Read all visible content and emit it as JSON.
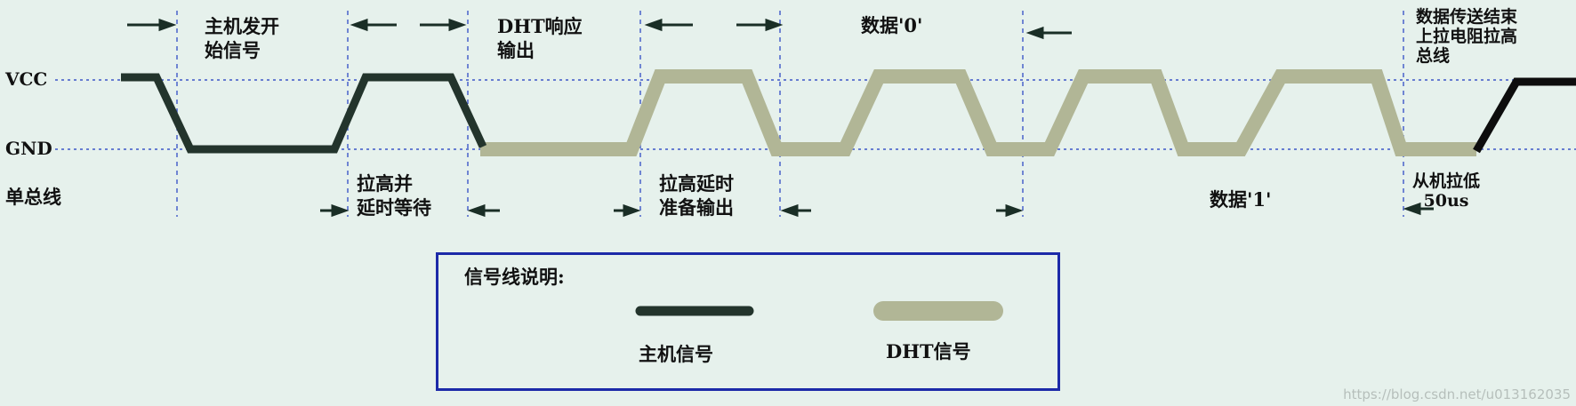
{
  "colors": {
    "host_signal": "#23342c",
    "dht_signal": "#b1b696",
    "guide_line": "#3d57c8",
    "legend_border": "#1c2aa8",
    "background": "#e6f1ec"
  },
  "rails": {
    "vcc": "VCC",
    "gnd": "GND"
  },
  "bus_label": "单总线",
  "phases": {
    "host_start_line1": "主机发开",
    "host_start_line2": "始信号",
    "pullup_wait_line1": "拉高并",
    "pullup_wait_line2": "延时等待",
    "dht_response_line1": "DHT响应",
    "dht_response_line2": "输出",
    "pullup_prepare_line1": "拉高延时",
    "pullup_prepare_line2": "准备输出",
    "data_zero": "数据'0'",
    "data_one": "数据'1'",
    "end_line1": "数据传送结束",
    "end_line2": "上拉电阻拉高",
    "end_line3": "总线",
    "slave_low_line1": "从机拉低",
    "slave_low_line2": "50us"
  },
  "legend": {
    "title": "信号线说明:",
    "host_label": "主机信号",
    "dht_label": "DHT信号"
  },
  "watermark": "https://blog.csdn.net/u013162035"
}
